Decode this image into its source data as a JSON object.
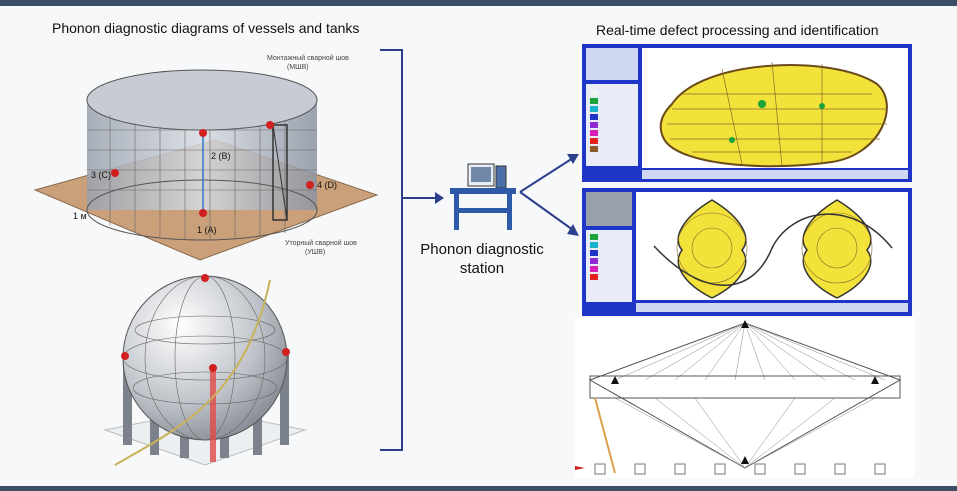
{
  "left_title": "Phonon diagnostic diagrams of vessels and tanks",
  "right_title": "Real-time defect processing and identification",
  "station_label": "Phonon diagnostic station",
  "tank": {
    "top_label_line1": "Монтажный сварной шов",
    "top_label_line2": "(МШВ)",
    "bottom_label_line1": "Уторный сварной шов",
    "bottom_label_line2": "(УШВ)",
    "point_1": "1 (A)",
    "point_2": "2 (B)",
    "point_3": "3 (C)",
    "point_4": "4 (D)",
    "dim_label": "1 м"
  },
  "colors": {
    "accent": "#2b3f8c",
    "frame": "#3b4e66",
    "sensor": "#d21f1f",
    "pad": "#caa07a",
    "map_yellow": "#f3e23a",
    "panel_blue": "#1f35c8"
  }
}
